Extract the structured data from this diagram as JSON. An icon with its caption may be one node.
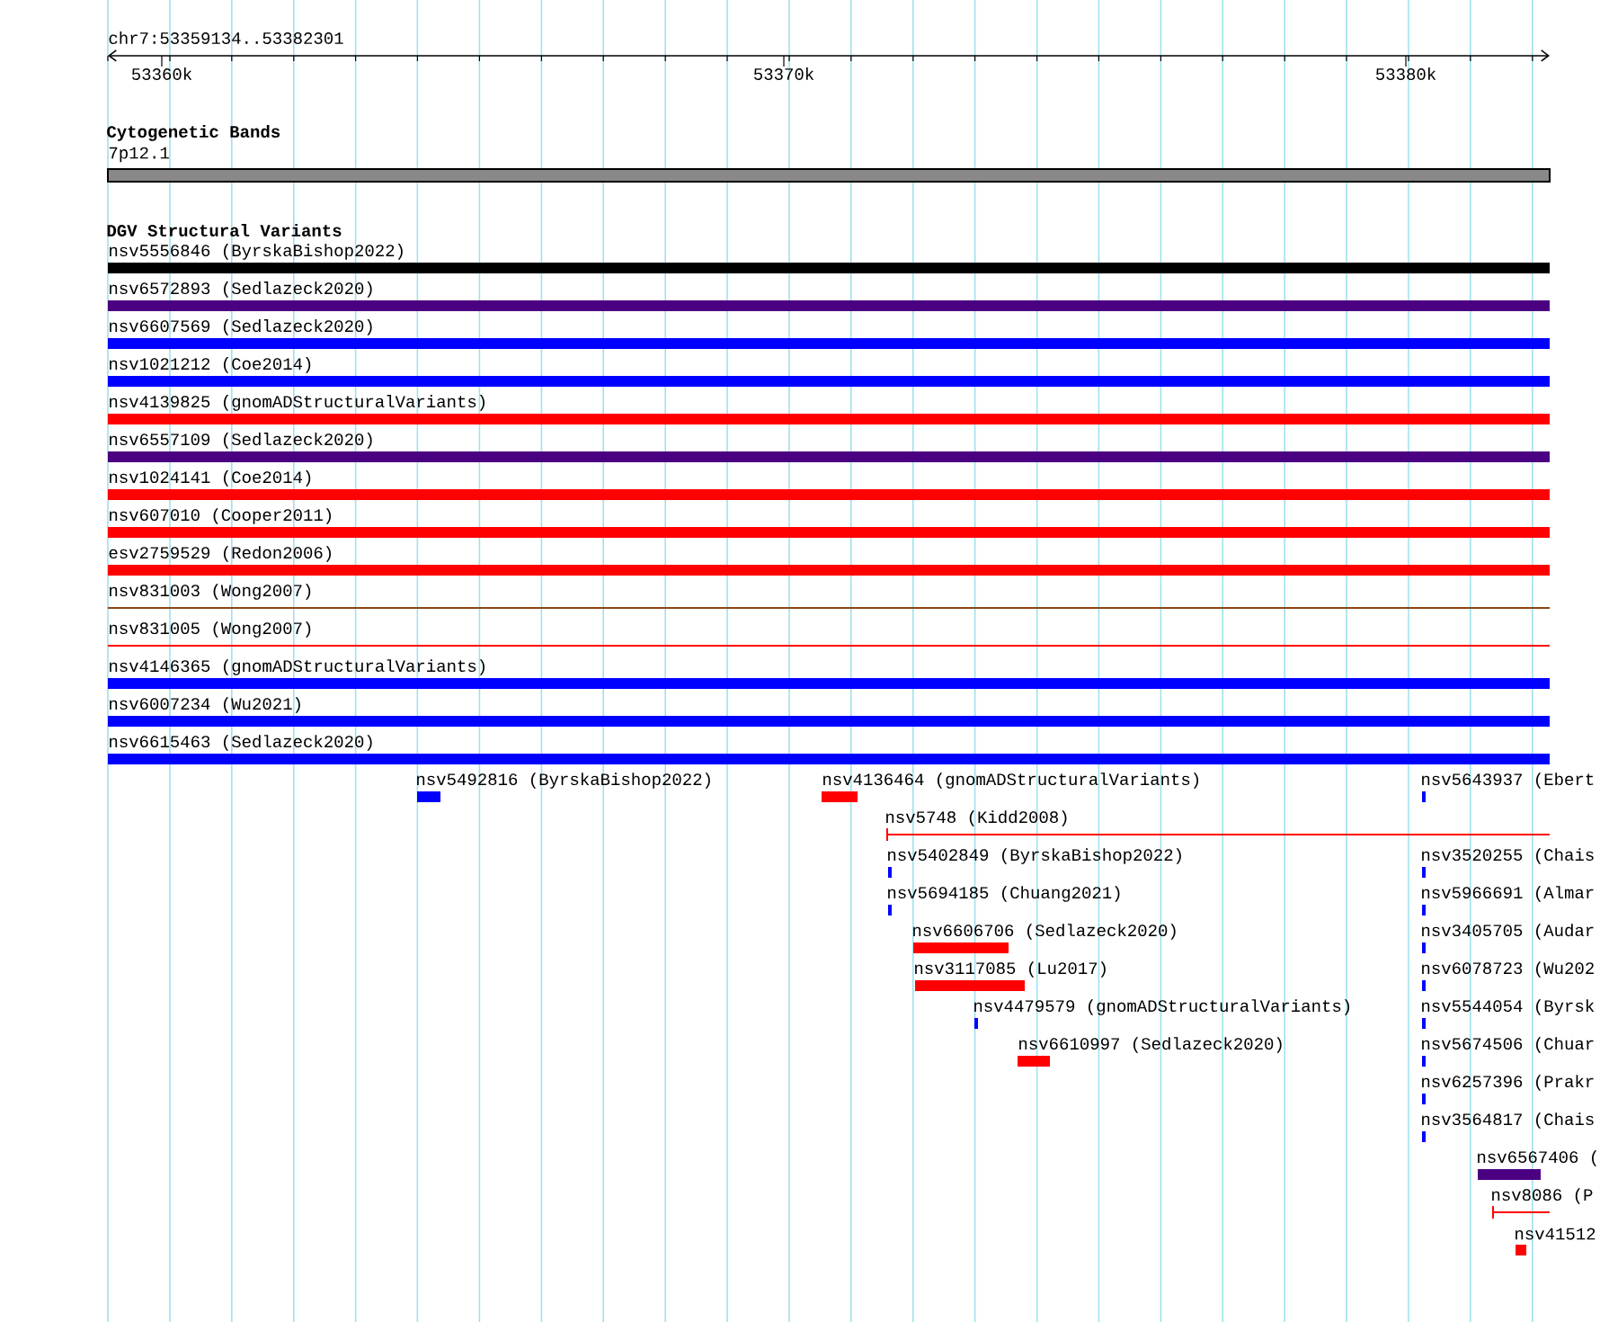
{
  "diagram": {
    "labels": [
      "chr7:53359134..53382301",
      "53360k",
      "53370k",
      "53380k",
      "Cytogenetic Bands",
      "7p12.1",
      "DGV Structural Variants",
      "nsv5556846 (ByrskaBishop2022)",
      "nsv6572893 (Sedlazeck2020)",
      "nsv6607569 (Sedlazeck2020)",
      "nsv1021212 (Coe2014)",
      "nsv4139825 (gnomADStructuralVariants)",
      "nsv6557109 (Sedlazeck2020)",
      "nsv1024141 (Coe2014)",
      "nsv607010 (Cooper2011)",
      "esv2759529 (Redon2006)",
      "nsv831003 (Wong2007)",
      "nsv831005 (Wong2007)",
      "nsv4146365 (gnomADStructuralVariants)",
      "nsv6007234 (Wu2021)",
      "nsv6615463 (Sedlazeck2020)",
      "nsv5492816 (ByrskaBishop2022)",
      "nsv4136464 (gnomADStructuralVariants)",
      "nsv5643937 (Ebert",
      "nsv5748 (Kidd2008)",
      "nsv5402849 (ByrskaBishop2022)",
      "nsv3520255 (Chais",
      "nsv5694185 (Chuang2021)",
      "nsv5966691 (Almar",
      "nsv6606706 (Sedlazeck2020)",
      "nsv3405705 (Audar",
      "nsv3117085 (Lu2017)",
      "nsv6078723 (Wu202",
      "nsv4479579 (gnomADStructuralVariants)",
      "nsv5544054 (Byrsk",
      "nsv6610997 (Sedlazeck2020)",
      "nsv5674506 (Chuar",
      "nsv6257396 (Prakr",
      "nsv3564817 (Chais",
      "nsv6567406 (",
      "nsv8086 (P",
      "nsv41512"
    ]
  }
}
